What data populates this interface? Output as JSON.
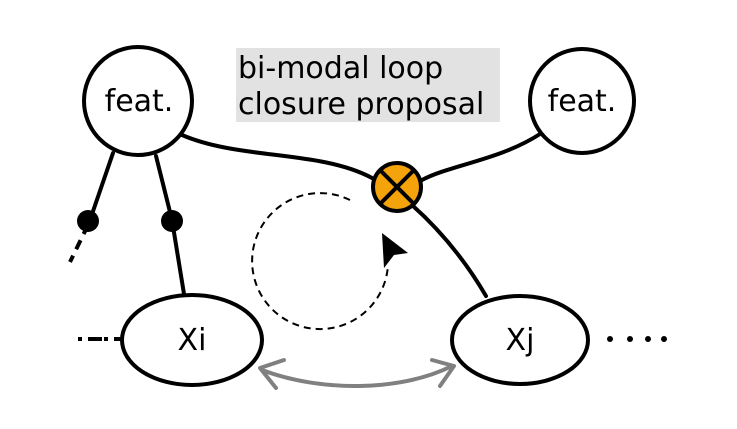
{
  "caption": {
    "line1": "bi-modal loop",
    "line2": "closure proposal"
  },
  "nodes": {
    "feature_left": "feat.",
    "feature_right": "feat.",
    "pose_i": "Xi",
    "pose_j": "Xj"
  },
  "colors": {
    "factor_fill": "#f5a30a",
    "caption_background": "#e2e2e2",
    "arrow_gray": "#808080",
    "stroke": "#000000"
  },
  "icons": {
    "factor": "circled-x-icon",
    "cursor": "mouse-pointer-icon"
  }
}
